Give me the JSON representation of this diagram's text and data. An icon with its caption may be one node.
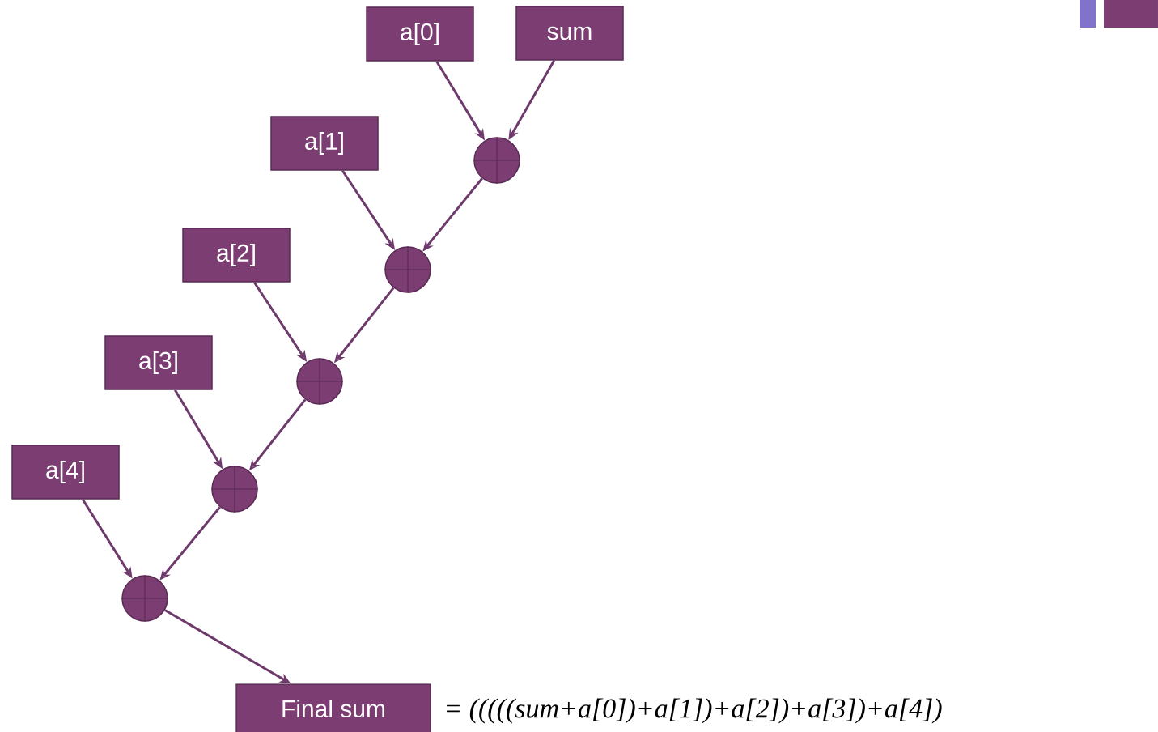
{
  "diagram": {
    "nodes": [
      {
        "text": [
          "a[0]"
        ]
      },
      {
        "text": [
          "sum"
        ]
      },
      {
        "text": [],
        "shape": "circle"
      },
      {
        "text": [
          "a[1]"
        ]
      },
      {
        "text": [],
        "shape": "circle"
      },
      {
        "text": [
          "a[2]"
        ]
      },
      {
        "text": [],
        "shape": "circle"
      },
      {
        "text": [
          "a[3]"
        ]
      },
      {
        "text": [],
        "shape": "circle"
      },
      {
        "text": [
          "a[4]"
        ]
      },
      {
        "text": [],
        "shape": "circle"
      },
      {
        "text": [
          "Final sum"
        ]
      }
    ],
    "edges": [
      {
        "from": 0,
        "to": 2,
        "arrow": "to"
      },
      {
        "from": 1,
        "to": 2,
        "arrow": "to"
      },
      {
        "from": 2,
        "to": 4,
        "arrow": "to"
      },
      {
        "from": 3,
        "to": 4,
        "arrow": "to"
      },
      {
        "from": 4,
        "to": 6,
        "arrow": "to"
      },
      {
        "from": 5,
        "to": 6,
        "arrow": "to"
      },
      {
        "from": 6,
        "to": 8,
        "arrow": "to"
      },
      {
        "from": 7,
        "to": 8,
        "arrow": "to"
      },
      {
        "from": 8,
        "to": 10,
        "arrow": "to"
      },
      {
        "from": 9,
        "to": 10,
        "arrow": "to"
      },
      {
        "from": 10,
        "to": 11,
        "arrow": "to"
      }
    ],
    "labels": [
      "= (((((sum+a[0])+a[1])+a[2])+a[3])+a[4])"
    ]
  }
}
